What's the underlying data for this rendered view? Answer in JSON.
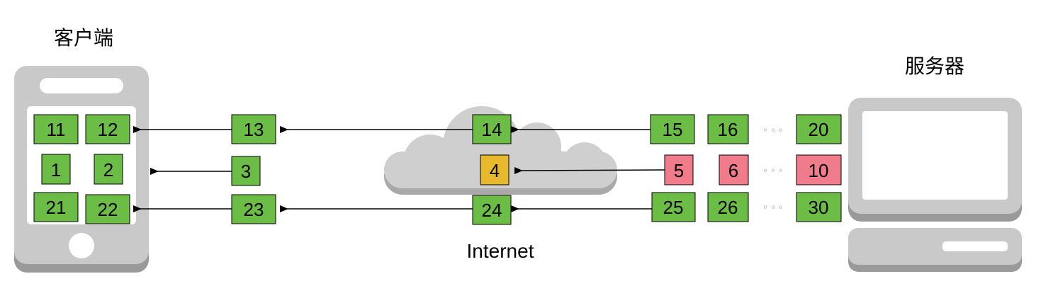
{
  "labels": {
    "client": "客户端",
    "server": "服务器",
    "internet": "Internet",
    "ellipsis": "◦ ◦ ◦"
  },
  "colors": {
    "green": "#6cbd45",
    "red": "#f07c8b",
    "yellow": "#e8b92e",
    "device": "#c9c9c9",
    "device_shadow": "#9a9a9a",
    "cloud": "#cfcfcf",
    "cloud_shadow": "#a9a9a9"
  },
  "packets": {
    "p1": "1",
    "p2": "2",
    "p3": "3",
    "p4": "4",
    "p5": "5",
    "p6": "6",
    "p10": "10",
    "p11": "11",
    "p12": "12",
    "p13": "13",
    "p14": "14",
    "p15": "15",
    "p16": "16",
    "p20": "20",
    "p21": "21",
    "p22": "22",
    "p23": "23",
    "p24": "24",
    "p25": "25",
    "p26": "26",
    "p30": "30"
  }
}
